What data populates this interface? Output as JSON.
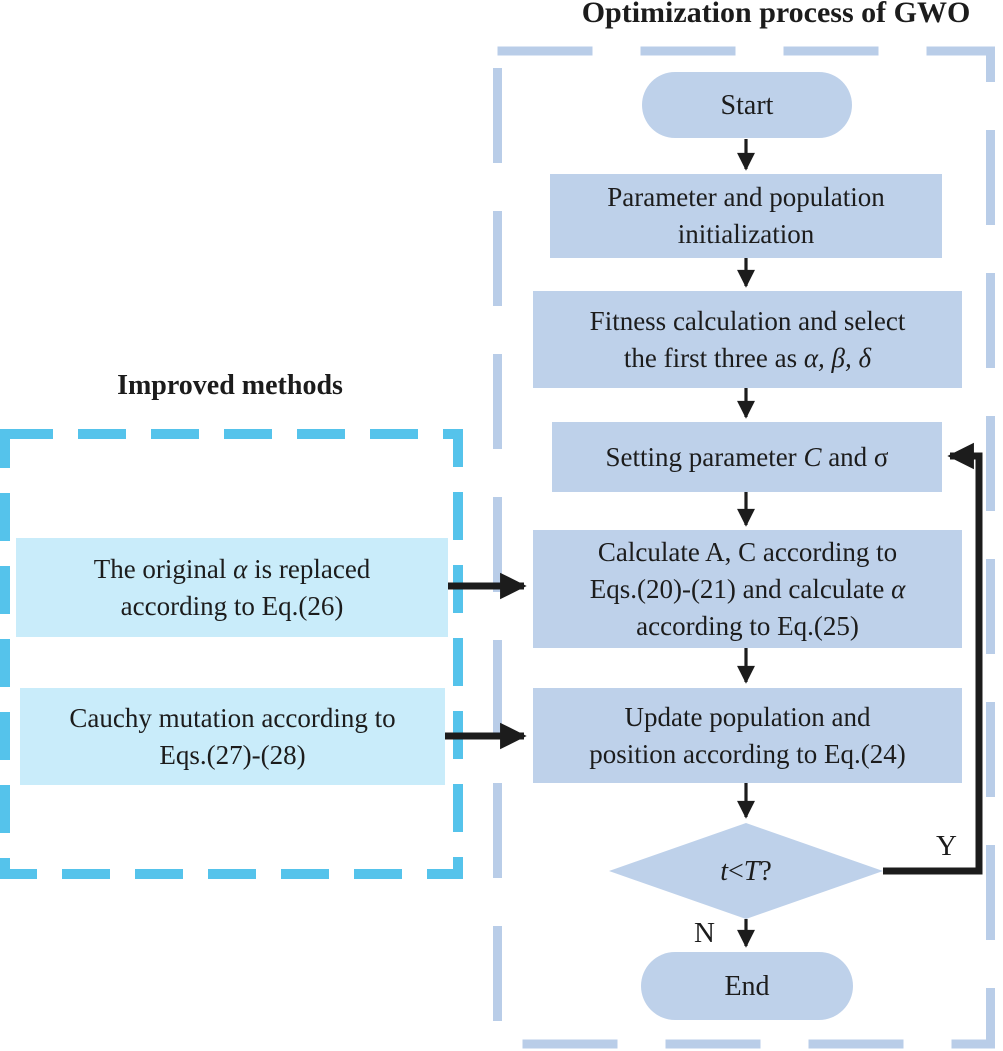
{
  "titles": {
    "left": "Improved methods",
    "right": "Optimization process of GWO"
  },
  "colors": {
    "flow_fill": "#bed1ea",
    "flow_frame": "#b9cde8",
    "improved_fill": "#c9ecfa",
    "improved_frame": "#55c3eb",
    "ink": "#1c1c1c"
  },
  "flowchart": {
    "start_label": "Start",
    "end_label": "End",
    "steps": [
      {
        "name": "parameter-initialization",
        "lines": [
          [
            {
              "t": "Parameter and population"
            }
          ],
          [
            {
              "t": "initialization"
            }
          ]
        ]
      },
      {
        "name": "fitness-selection",
        "lines": [
          [
            {
              "t": "Fitness calculation and select"
            }
          ],
          [
            {
              "t": "the first three as "
            },
            {
              "t": "α",
              "i": true
            },
            {
              "t": ", ",
              "i": true
            },
            {
              "t": "β",
              "i": true
            },
            {
              "t": ", ",
              "i": true
            },
            {
              "t": "δ",
              "i": true
            }
          ]
        ]
      },
      {
        "name": "setting-parameter",
        "lines": [
          [
            {
              "t": "Setting parameter "
            },
            {
              "t": "C",
              "i": true
            },
            {
              "t": " and σ"
            }
          ]
        ]
      },
      {
        "name": "calculate-coefficients",
        "lines": [
          [
            {
              "t": "Calculate A, C according to"
            }
          ],
          [
            {
              "t": "Eqs.(20)-(21) and calculate "
            },
            {
              "t": "α",
              "i": true
            }
          ],
          [
            {
              "t": "according to Eq.(25)"
            }
          ]
        ]
      },
      {
        "name": "update-population",
        "lines": [
          [
            {
              "t": "Update population and"
            }
          ],
          [
            {
              "t": "position according to Eq.(24)"
            }
          ]
        ]
      }
    ],
    "decision": {
      "lines": [
        [
          {
            "t": "t",
            "i": true
          },
          {
            "t": "<"
          },
          {
            "t": "T",
            "i": true
          },
          {
            "t": "?"
          }
        ]
      ]
    },
    "branch_labels": {
      "yes": "Y",
      "no": "N"
    }
  },
  "improved": {
    "boxes": [
      {
        "name": "alpha-replacement",
        "lines": [
          [
            {
              "t": "The original "
            },
            {
              "t": "α",
              "i": true
            },
            {
              "t": " is replaced"
            }
          ],
          [
            {
              "t": "according to Eq.(26)"
            }
          ]
        ]
      },
      {
        "name": "cauchy-mutation",
        "lines": [
          [
            {
              "t": "Cauchy mutation according to"
            }
          ],
          [
            {
              "t": "Eqs.(27)-(28)"
            }
          ]
        ]
      }
    ]
  }
}
